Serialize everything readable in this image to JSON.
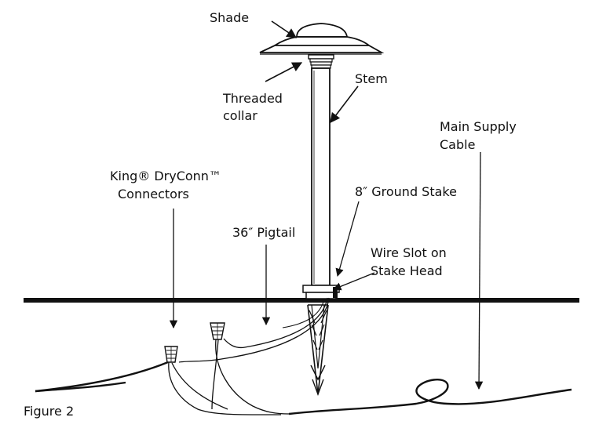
{
  "labels": {
    "shade": "Shade",
    "threaded_collar_line1": "Threaded",
    "threaded_collar_line2": "collar",
    "stem": "Stem",
    "main_supply_line1": "Main Supply",
    "main_supply_line2": "Cable",
    "connectors_line1": "King® DryConn™",
    "connectors_line2": "Connectors",
    "ground_stake": "8″ Ground Stake",
    "pigtail": "36″ Pigtail",
    "wire_slot_line1": "Wire Slot on",
    "wire_slot_line2": "Stake Head",
    "figure": "Figure 2"
  },
  "colors": {
    "ink": "#111111",
    "background": "#ffffff"
  }
}
